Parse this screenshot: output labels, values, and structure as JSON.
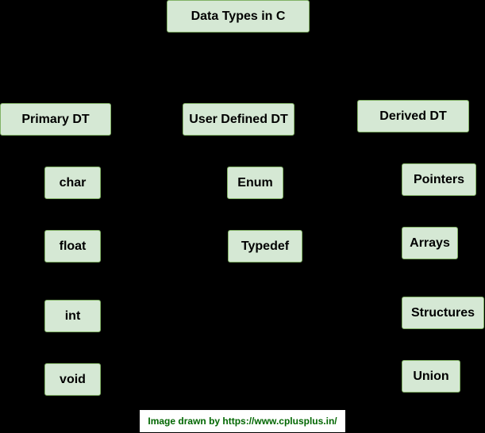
{
  "colors": {
    "background": "#000000",
    "node_fill": "#d5e8d4",
    "node_border": "#82b366",
    "credit_text": "#006600"
  },
  "title": "Data Types in C",
  "columns": {
    "primary": {
      "header": "Primary DT",
      "items": [
        "char",
        "float",
        "int",
        "void"
      ]
    },
    "user_defined": {
      "header": "User Defined DT",
      "items": [
        "Enum",
        "Typedef"
      ]
    },
    "derived": {
      "header": "Derived DT",
      "items": [
        "Pointers",
        "Arrays",
        "Structures",
        "Union"
      ]
    }
  },
  "credit": "Image drawn by https://www.cplusplus.in/"
}
